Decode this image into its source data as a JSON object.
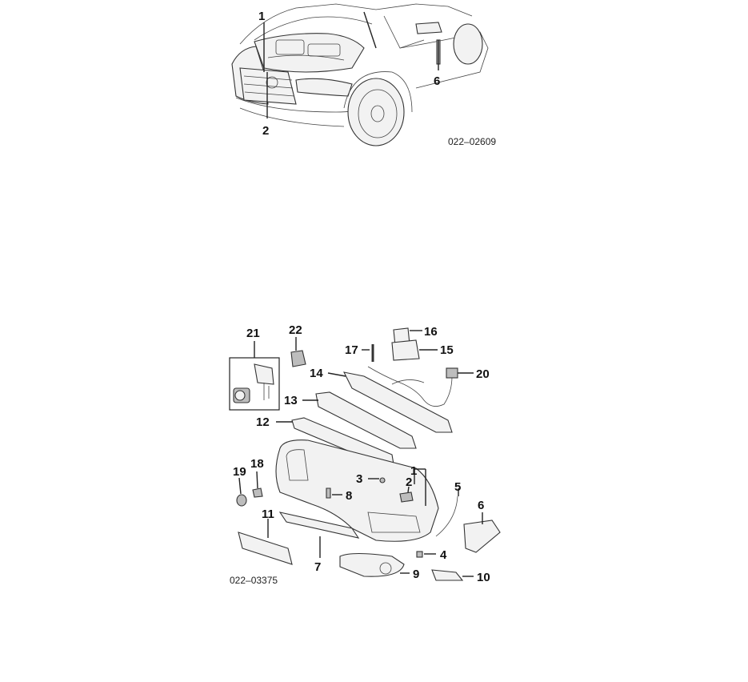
{
  "figure_top": {
    "reference": "022–02609",
    "callouts": [
      "1",
      "2",
      "6"
    ]
  },
  "figure_bottom": {
    "reference": "022–03375",
    "callouts": [
      "1",
      "2",
      "3",
      "4",
      "5",
      "6",
      "7",
      "8",
      "9",
      "10",
      "11",
      "12",
      "13",
      "14",
      "15",
      "16",
      "17",
      "18",
      "19",
      "20",
      "21",
      "22"
    ]
  }
}
